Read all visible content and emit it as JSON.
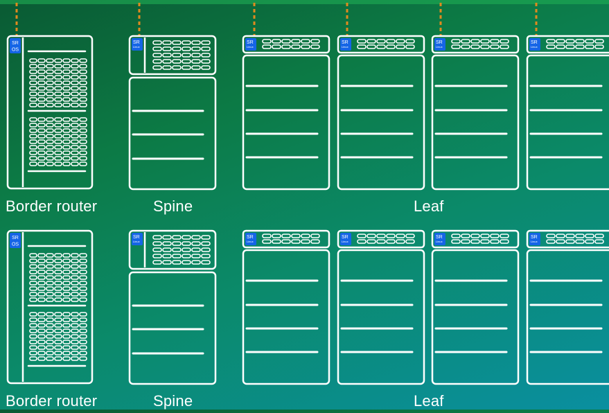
{
  "labels": {
    "border_router": "Border router",
    "spine": "Spine",
    "leaf": "Leaf"
  },
  "logos": {
    "border_router": "SR OS",
    "spine": "SR Linux",
    "leaf": "SR Linux"
  },
  "rows": [
    {
      "id": "row-top",
      "leaf_count": 4,
      "has_uplinks": true
    },
    {
      "id": "row-bottom",
      "leaf_count": 4,
      "has_uplinks": false
    }
  ],
  "colors": {
    "outline": "#ffffff",
    "logo_badge": "#1565e6",
    "uplink": "#e08a1e",
    "background_start": "#0a5a33",
    "background_end": "#0a8fa0"
  }
}
